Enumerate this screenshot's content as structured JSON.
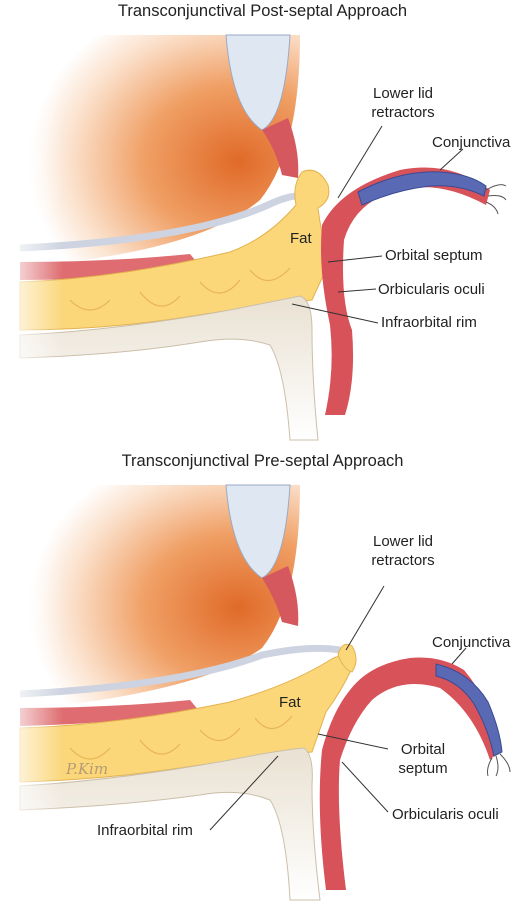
{
  "figure": {
    "panels": [
      {
        "title": "Transconjunctival Post-septal Approach",
        "labels": {
          "lower_lid_retractors_1": "Lower lid",
          "lower_lid_retractors_2": "retractors",
          "conjunctiva": "Conjunctiva",
          "fat": "Fat",
          "orbital_septum": "Orbital septum",
          "orbicularis_oculi": "Orbicularis oculi",
          "infraorbital_rim": "Infraorbital rim"
        }
      },
      {
        "title": "Transconjunctival Pre-septal Approach",
        "labels": {
          "lower_lid_retractors_1": "Lower lid",
          "lower_lid_retractors_2": "retractors",
          "conjunctiva": "Conjunctiva",
          "fat": "Fat",
          "orbital_septum_1": "Orbital",
          "orbital_septum_2": "septum",
          "orbicularis_oculi": "Orbicularis oculi",
          "infraorbital_rim": "Infraorbital rim"
        },
        "signature": "P.Kim"
      }
    ],
    "colors": {
      "globe": "#e8843a",
      "fat": "#fbd77a",
      "muscle": "#d8525a",
      "conjunctiva": "#5a69b4",
      "bone": "#d8ccb8"
    }
  }
}
